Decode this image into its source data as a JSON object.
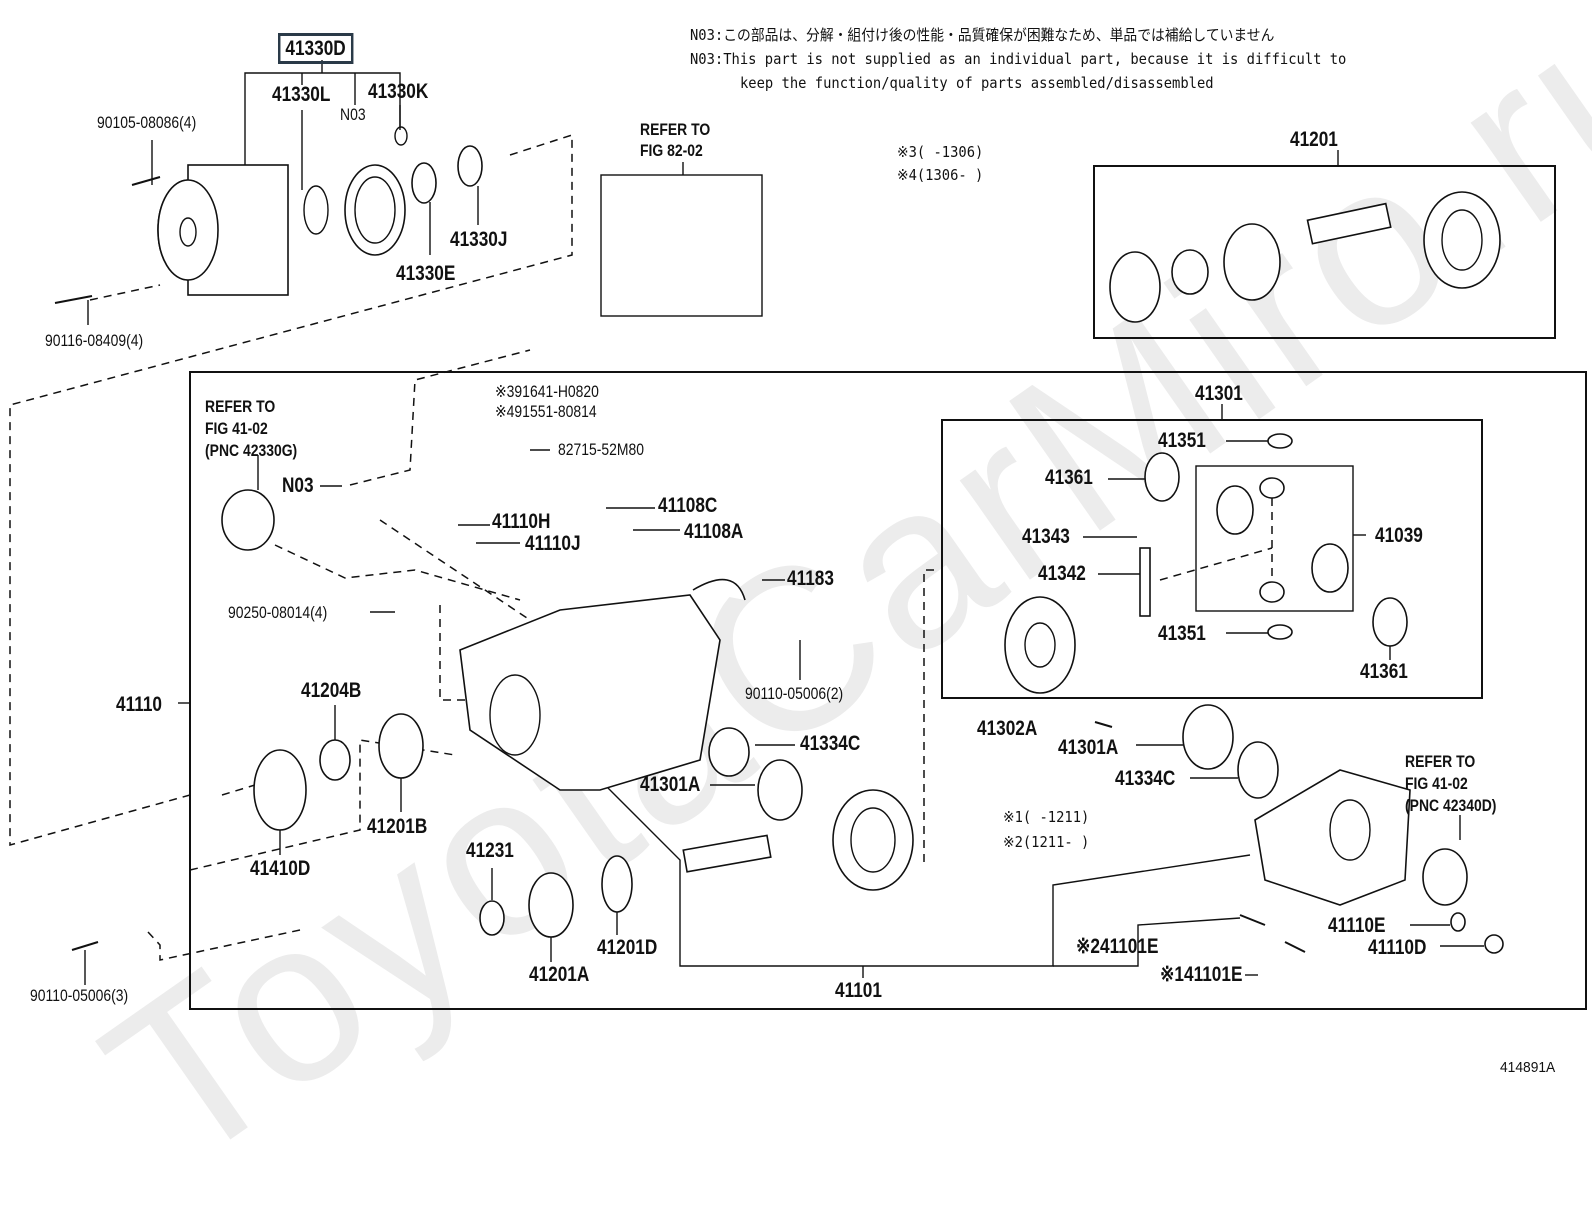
{
  "watermark": "ToyotaCarMiro.ru",
  "figure_id": "414891A",
  "notes": {
    "n03_jp": "N03:この部品は、分解・組付け後の性能・品質確保が困難なため、単品では補給していません",
    "n03_en_1": "N03:This part is not supplied as an individual part, because it is difficult to",
    "n03_en_2": "keep the function/quality of parts assembled/disassembled",
    "ref3": "※3(   -1306)",
    "ref4": "※4(1306-   )",
    "ref1": "※1(   -1211)",
    "ref2": "※2(1211-   )"
  },
  "refer": {
    "fig82": [
      "REFER TO",
      "FIG 82-02"
    ],
    "fig41_left": [
      "REFER TO",
      "FIG 41-02",
      "(PNC 42330G)"
    ],
    "fig41_right": [
      "REFER TO",
      "FIG 41-02",
      "(PNC 42340D)"
    ]
  },
  "parts": {
    "p41330D": "41330D",
    "p41330L": "41330L",
    "p41330K": "41330K",
    "n03_top": "N03",
    "p90105": "90105-08086(4)",
    "p90116": "90116-08409(4)",
    "p41330J": "41330J",
    "p41330E": "41330E",
    "p41201": "41201",
    "n03_mid": "N03",
    "p91641": "※391641-H0820",
    "p91551": "※491551-80814",
    "p82715": "82715-52M80",
    "p41108C": "41108C",
    "p41110H": "41110H",
    "p41108A": "41108A",
    "p41110J": "41110J",
    "p41183": "41183",
    "p90250": "90250-08014(4)",
    "p90110_2": "90110-05006(2)",
    "p41110": "41110",
    "p41204B": "41204B",
    "p41334C_a": "41334C",
    "p41301A_a": "41301A",
    "p41410D": "41410D",
    "p41201B": "41201B",
    "p41231": "41231",
    "p41201A": "41201A",
    "p41201D": "41201D",
    "p90110_3": "90110-05006(3)",
    "p41101": "41101",
    "p41301": "41301",
    "p41351_a": "41351",
    "p41361_a": "41361",
    "p41343": "41343",
    "p41342": "41342",
    "p41039": "41039",
    "p41351_b": "41351",
    "p41361_b": "41361",
    "p41302A": "41302A",
    "p41301A_b": "41301A",
    "p41334C_b": "41334C",
    "p41101E_2": "※241101E",
    "p41101E_1": "※141101E",
    "p41110E": "41110E",
    "p41110D": "41110D"
  }
}
